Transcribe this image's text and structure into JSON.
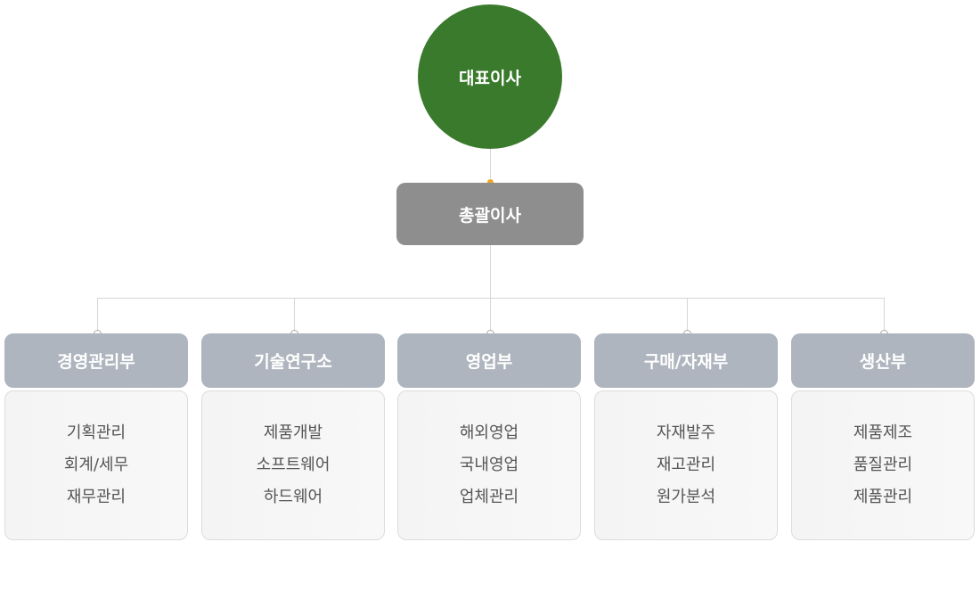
{
  "ceo": {
    "label": "대표이사",
    "color": "#3a7a2c"
  },
  "general_manager": {
    "label": "총괄이사",
    "color": "#8e8e8e"
  },
  "departments": [
    {
      "name": "경영관리부",
      "items": [
        "기획관리",
        "회계/세무",
        "재무관리"
      ]
    },
    {
      "name": "기술연구소",
      "items": [
        "제품개발",
        "소프트웨어",
        "하드웨어"
      ]
    },
    {
      "name": "영업부",
      "items": [
        "해외영업",
        "국내영업",
        "업체관리"
      ]
    },
    {
      "name": "구매/자재부",
      "items": [
        "자재발주",
        "재고관리",
        "원가분석"
      ]
    },
    {
      "name": "생산부",
      "items": [
        "제품제조",
        "품질관리",
        "제품관리"
      ]
    }
  ],
  "colors": {
    "department_header": "#afb5be",
    "connector": "#d6d6d6",
    "accent_dot": "#f1a724"
  }
}
